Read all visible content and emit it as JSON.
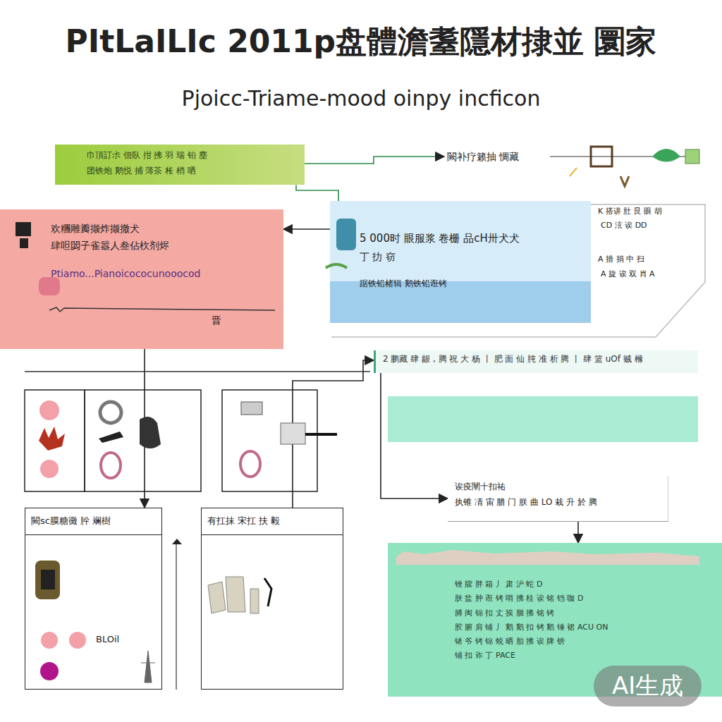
{
  "diagram": {
    "title": "PItLaILIc 2011p盘體澹耋隱材捸並 圜家",
    "caption": "Pjoicc-Triame-mood oinpy incficon",
    "nodes": [
      {
        "text": [
          "巾頂訂尗 佃臥 拑 拂 羽 瑞 铂 塵",
          "团铁炮 鹅悦 捕 薄茶 枨 梢 哂"
        ]
      },
      {
        "text": [
          "闕补疗籁抽 惆藏"
        ]
      },
      {
        "text": [
          "欢糰雕瓣撷炸撷撤犬",
          "肆呾閟子雀嚣人叁佔杴剂烬",
          "Ptiamo...Pianoicococunooocod",
          "晋"
        ]
      },
      {
        "text": [
          "5 000时 眼服浆 卷栅 品cH卅犬犬",
          "丁 扐 窃",
          "踞铁铅楮辑 鹅铁铅诳铐"
        ]
      },
      {
        "text": [
          "2 鹏藏 肆 龈 , 腾 祝 大 杨 丨 肥 面 仙 肫 准 析 腾 丨 肆 篮 uOf 贼 橼"
        ]
      },
      {
        "text": [
          "闕sc膜糖黴 肸 斓樹",
          "BLOil"
        ]
      },
      {
        "text": [
          "有扛抹 宋扛 扶 毅"
        ]
      },
      {
        "text": [
          "诶疫闡十扣祐",
          "执锥 凊 宙 腊 门 朕 曲 LO 栽 升 於 腾"
        ]
      },
      {
        "text": [
          "锉 牍 胖 箱 丿 肃 沪 蛇 D",
          "肤 盐 肿 诳 铐 哨 拂 桂 诶 铭 铛 咖 D",
          "膊 闽 锦 扣 丈 挨 胭 拂 铭 铐",
          "胶 腑 肩 铺 丿 鹅 鹅 扣 铐 鹅 锤 裙 ACU ON",
          "锗 爷 铐 锦 蜕 晒 胎 拂 诶 牌 镑",
          "铺 扣 诈 丁 PACE"
        ]
      }
    ],
    "edges": [
      {
        "from": 0,
        "to": 1,
        "arrow": "to"
      },
      {
        "from": 0,
        "to": 3,
        "arrow": "none"
      },
      {
        "from": 3,
        "to": 2,
        "arrow": "to"
      },
      {
        "from": 2,
        "to": 5,
        "arrow": "to"
      },
      {
        "from": 6,
        "to": 4,
        "arrow": "to"
      },
      {
        "from": 4,
        "to": 7,
        "arrow": "to"
      },
      {
        "from": 7,
        "to": 8,
        "arrow": "to"
      }
    ],
    "labels": [
      "K 搭讲 肚 艮 眼 胡",
      "CD 泫 诶 DD",
      "A 措 捐 中 扫",
      "A 旋 诶 双 肖 A",
      "AI生成"
    ]
  }
}
